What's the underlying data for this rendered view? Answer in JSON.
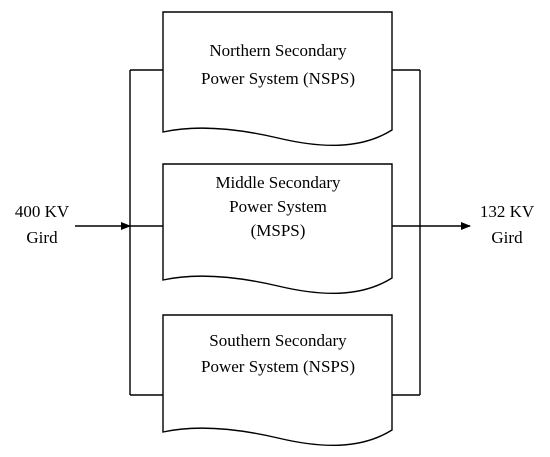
{
  "input": {
    "line1": "400 KV",
    "line2": "Gird"
  },
  "output": {
    "line1": "132 KV",
    "line2": "Gird"
  },
  "blocks": [
    {
      "lines": [
        "Northern Secondary",
        "Power System (NSPS)"
      ]
    },
    {
      "lines": [
        "Middle Secondary",
        "Power System",
        "(MSPS)"
      ]
    },
    {
      "lines": [
        "Southern Secondary",
        "Power System (NSPS)"
      ]
    }
  ]
}
